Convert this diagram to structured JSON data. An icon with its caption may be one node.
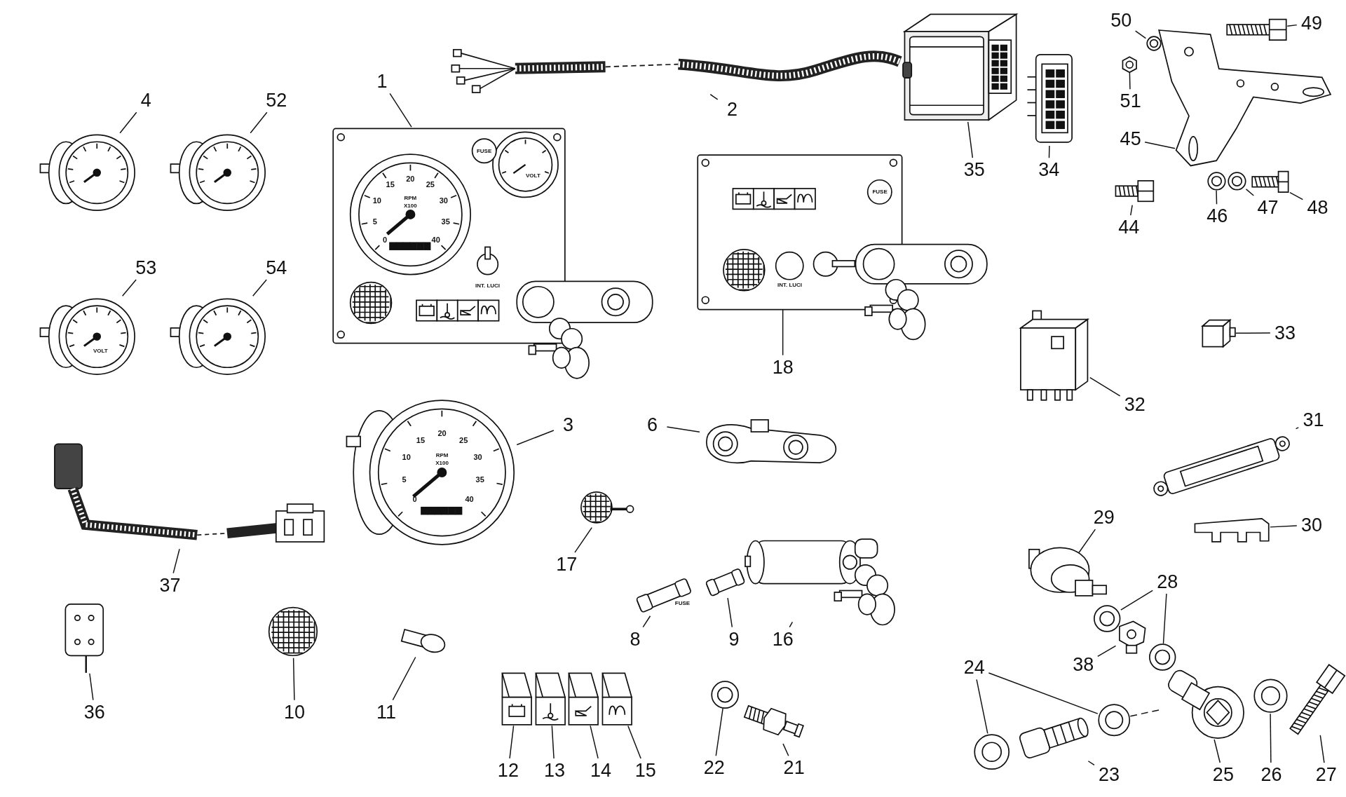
{
  "diagram": {
    "nodes": [
      {
        "text": [
          "50"
        ]
      },
      {
        "text": [
          "49"
        ]
      },
      {
        "text": [
          "1"
        ]
      },
      {
        "text": [
          "2"
        ]
      },
      {
        "text": [
          "4"
        ]
      },
      {
        "text": [
          "52"
        ]
      },
      {
        "text": [
          "51"
        ]
      },
      {
        "text": [
          "45"
        ]
      },
      {
        "text": [
          "35"
        ]
      },
      {
        "text": [
          "34"
        ]
      },
      {
        "text": [
          "46"
        ]
      },
      {
        "text": [
          "47"
        ]
      },
      {
        "text": [
          "48"
        ]
      },
      {
        "text": [
          "44"
        ]
      },
      {
        "text": [
          "53"
        ]
      },
      {
        "text": [
          "54"
        ]
      },
      {
        "text": [
          "33"
        ]
      },
      {
        "text": [
          "18"
        ]
      },
      {
        "text": [
          "32"
        ]
      },
      {
        "text": [
          "3"
        ]
      },
      {
        "text": [
          "6"
        ]
      },
      {
        "text": [
          "31"
        ]
      },
      {
        "text": [
          "30"
        ]
      },
      {
        "text": [
          "29"
        ]
      },
      {
        "text": [
          "17"
        ]
      },
      {
        "text": [
          "28"
        ]
      },
      {
        "text": [
          "37"
        ]
      },
      {
        "text": [
          "8"
        ]
      },
      {
        "text": [
          "9"
        ]
      },
      {
        "text": [
          "16"
        ]
      },
      {
        "text": [
          "38"
        ]
      },
      {
        "text": [
          "24"
        ]
      },
      {
        "text": [
          "36"
        ]
      },
      {
        "text": [
          "10"
        ]
      },
      {
        "text": [
          "11"
        ]
      },
      {
        "text": [
          "12"
        ]
      },
      {
        "text": [
          "13"
        ]
      },
      {
        "text": [
          "14"
        ]
      },
      {
        "text": [
          "15"
        ]
      },
      {
        "text": [
          "22"
        ]
      },
      {
        "text": [
          "21"
        ]
      },
      {
        "text": [
          "23"
        ]
      },
      {
        "text": [
          "25"
        ]
      },
      {
        "text": [
          "26"
        ]
      },
      {
        "text": [
          "27"
        ]
      },
      {
        "text": [],
        "shape": "picture"
      },
      {
        "text": [],
        "shape": "picture"
      },
      {
        "text": [],
        "shape": "picture"
      },
      {
        "text": [],
        "shape": "picture"
      },
      {
        "text": [],
        "shape": "picture"
      },
      {
        "text": [],
        "shape": "picture"
      },
      {
        "text": [],
        "shape": "picture"
      },
      {
        "text": [],
        "shape": "picture"
      },
      {
        "text": [],
        "shape": "picture"
      },
      {
        "text": [],
        "shape": "picture"
      },
      {
        "text": [],
        "shape": "picture"
      },
      {
        "text": [],
        "shape": "picture"
      },
      {
        "text": [],
        "shape": "picture"
      },
      {
        "text": [],
        "shape": "picture"
      },
      {
        "text": [],
        "shape": "picture"
      },
      {
        "text": [],
        "shape": "picture"
      },
      {
        "text": [],
        "shape": "picture"
      },
      {
        "text": [],
        "shape": "picture"
      },
      {
        "text": [],
        "shape": "picture"
      },
      {
        "text": [],
        "shape": "picture"
      },
      {
        "text": [],
        "shape": "picture"
      },
      {
        "text": [],
        "shape": "picture"
      },
      {
        "text": [],
        "shape": "picture"
      },
      {
        "text": [],
        "shape": "picture"
      },
      {
        "text": [],
        "shape": "picture"
      },
      {
        "text": [],
        "shape": "picture"
      },
      {
        "text": [],
        "shape": "picture"
      },
      {
        "text": [],
        "shape": "picture"
      },
      {
        "text": [],
        "shape": "picture"
      },
      {
        "text": [],
        "shape": "picture"
      },
      {
        "text": [],
        "shape": "picture"
      },
      {
        "text": [],
        "shape": "picture"
      },
      {
        "text": [],
        "shape": "picture"
      },
      {
        "text": [],
        "shape": "picture"
      },
      {
        "text": [],
        "shape": "picture"
      },
      {
        "text": [],
        "shape": "picture"
      },
      {
        "text": [],
        "shape": "picture"
      },
      {
        "text": [],
        "shape": "picture"
      },
      {
        "text": [],
        "shape": "picture"
      },
      {
        "text": [],
        "shape": "picture"
      },
      {
        "text": [],
        "shape": "picture"
      },
      {
        "text": [],
        "shape": "picture"
      },
      {
        "text": [],
        "shape": "picture"
      },
      {
        "text": [],
        "shape": "picture"
      },
      {
        "text": [],
        "shape": "picture"
      },
      {
        "text": [],
        "shape": "picture"
      },
      {
        "text": [],
        "shape": "picture"
      }
    ],
    "edges": [
      {
        "from": 0,
        "to": 45,
        "arrow": "none"
      },
      {
        "from": 1,
        "to": 46,
        "arrow": "none"
      },
      {
        "from": 2,
        "to": 47,
        "arrow": "none"
      },
      {
        "from": 3,
        "to": 48,
        "arrow": "none"
      },
      {
        "from": 4,
        "to": 49,
        "arrow": "none"
      },
      {
        "from": 5,
        "to": 50,
        "arrow": "none"
      },
      {
        "from": 6,
        "to": 51,
        "arrow": "none"
      },
      {
        "from": 7,
        "to": 52,
        "arrow": "none"
      },
      {
        "from": 8,
        "to": 53,
        "arrow": "none"
      },
      {
        "from": 9,
        "to": 54,
        "arrow": "none"
      },
      {
        "from": 10,
        "to": 55,
        "arrow": "none"
      },
      {
        "from": 11,
        "to": 56,
        "arrow": "none"
      },
      {
        "from": 12,
        "to": 57,
        "arrow": "none"
      },
      {
        "from": 13,
        "to": 58,
        "arrow": "none"
      },
      {
        "from": 14,
        "to": 59,
        "arrow": "none"
      },
      {
        "from": 15,
        "to": 60,
        "arrow": "none"
      },
      {
        "from": 16,
        "to": 61,
        "arrow": "none"
      },
      {
        "from": 17,
        "to": 62,
        "arrow": "none"
      },
      {
        "from": 18,
        "to": 63,
        "arrow": "none"
      },
      {
        "from": 19,
        "to": 64,
        "arrow": "none"
      },
      {
        "from": 20,
        "to": 65,
        "arrow": "none"
      },
      {
        "from": 21,
        "to": 66,
        "arrow": "none"
      },
      {
        "from": 22,
        "to": 67,
        "arrow": "none"
      },
      {
        "from": 23,
        "to": 68,
        "arrow": "none"
      },
      {
        "from": 24,
        "to": 69,
        "arrow": "none"
      },
      {
        "from": 25,
        "to": 70,
        "arrow": "none"
      },
      {
        "from": 25,
        "to": 71,
        "arrow": "none"
      },
      {
        "from": 26,
        "to": 72,
        "arrow": "none"
      },
      {
        "from": 27,
        "to": 73,
        "arrow": "none"
      },
      {
        "from": 28,
        "to": 74,
        "arrow": "none"
      },
      {
        "from": 29,
        "to": 75,
        "arrow": "none"
      },
      {
        "from": 30,
        "to": 76,
        "arrow": "none"
      },
      {
        "from": 31,
        "to": 77,
        "arrow": "none"
      },
      {
        "from": 31,
        "to": 78,
        "arrow": "none"
      },
      {
        "from": 32,
        "to": 79,
        "arrow": "none"
      },
      {
        "from": 33,
        "to": 80,
        "arrow": "none"
      },
      {
        "from": 34,
        "to": 81,
        "arrow": "none"
      },
      {
        "from": 35,
        "to": 82,
        "arrow": "none"
      },
      {
        "from": 36,
        "to": 83,
        "arrow": "none"
      },
      {
        "from": 37,
        "to": 84,
        "arrow": "none"
      },
      {
        "from": 38,
        "to": 85,
        "arrow": "none"
      },
      {
        "from": 39,
        "to": 86,
        "arrow": "none"
      },
      {
        "from": 40,
        "to": 87,
        "arrow": "none"
      },
      {
        "from": 41,
        "to": 88,
        "arrow": "none"
      },
      {
        "from": 42,
        "to": 89,
        "arrow": "none"
      },
      {
        "from": 43,
        "to": 90,
        "arrow": "none"
      },
      {
        "from": 44,
        "to": 91,
        "arrow": "none"
      },
      {
        "from": 78,
        "to": 89,
        "arrow": "none",
        "style": "dashed"
      }
    ],
    "labels": [
      "FUSE",
      "VOLT",
      "0",
      "5",
      "10",
      "15",
      "20",
      "25",
      "30",
      "35",
      "40",
      "RPM",
      "X100",
      "INT. LUCI",
      "FUSE",
      "INT. LUCI",
      "VOLT",
      "0",
      "5",
      "10",
      "15",
      "20",
      "25",
      "30",
      "35",
      "40",
      "RPM",
      "X100",
      "FUSE"
    ]
  }
}
